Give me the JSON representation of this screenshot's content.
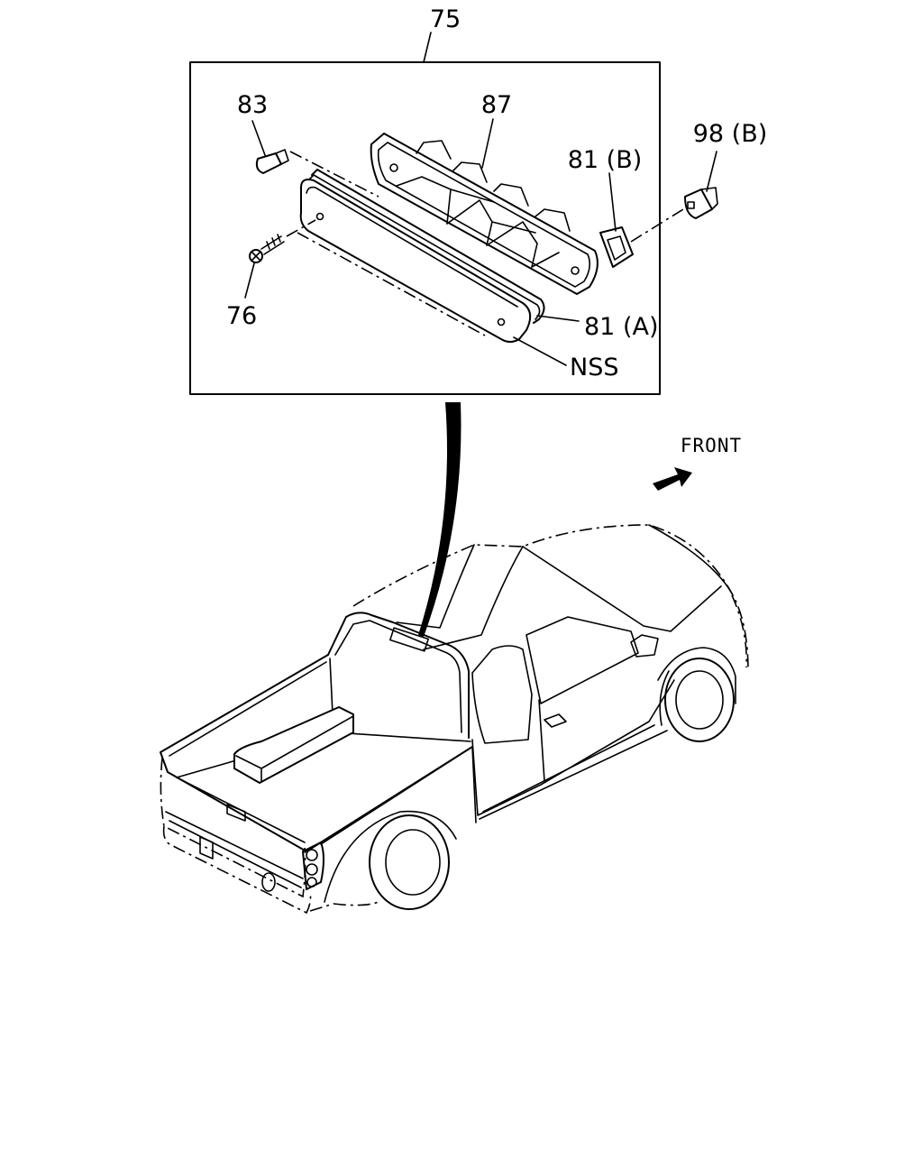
{
  "callouts": {
    "assembly": "75",
    "bulb": "83",
    "housing": "87",
    "packing_b": "81 (B)",
    "grommet_b": "98 (B)",
    "screw": "76",
    "packing_a": "81 (A)",
    "lens": "NSS"
  },
  "direction_label": "FRONT",
  "colors": {
    "line": "#000000",
    "background": "#ffffff"
  }
}
